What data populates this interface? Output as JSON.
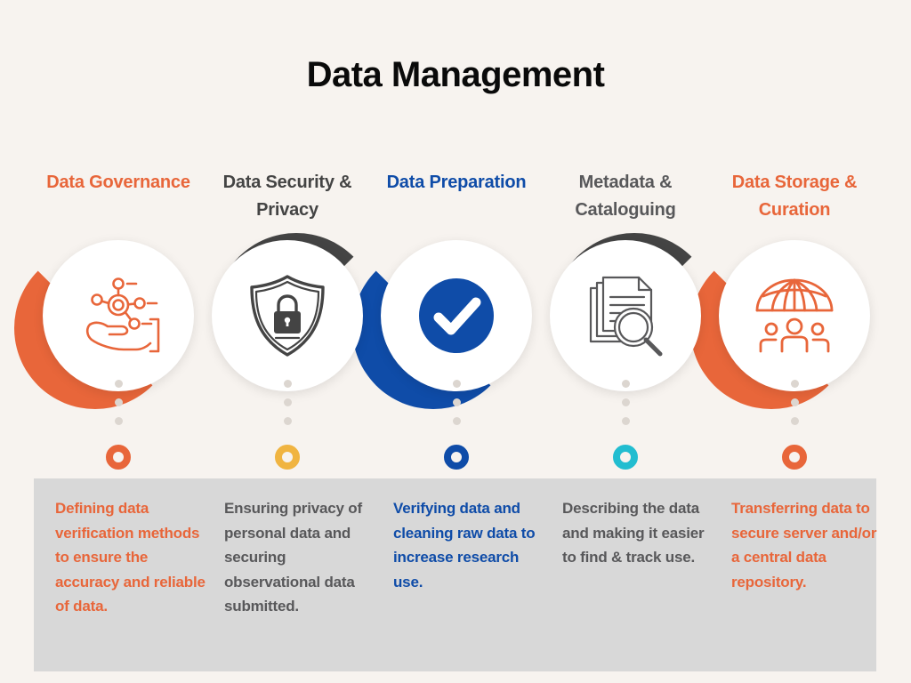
{
  "header": {
    "title": "Data Management"
  },
  "colors": {
    "background": "#f7f3ef",
    "panel": "#d8d8d8",
    "orange": "#e8663a",
    "dark_gray": "#444444",
    "blue": "#0f4ca8",
    "text_gray": "#58585a",
    "amber": "#f0b441",
    "cyan": "#22bdd0",
    "dot_gray": "#dcd6d0"
  },
  "steps": [
    {
      "heading": "Data Governance",
      "heading_color": "#e8663a",
      "icon": "hand-data-network-icon",
      "icon_color": "#e8663a",
      "arc_color": "#e8663a",
      "arc_position": "bottom-left",
      "ring_color": "#e8663a",
      "description": "Defining data verification methods to ensure the accuracy and reliable of data.",
      "description_color": "#e8663a"
    },
    {
      "heading": "Data Security & Privacy",
      "heading_color": "#444444",
      "icon": "shield-lock-icon",
      "icon_color": "#444444",
      "arc_color": "#444444",
      "arc_position": "top-left",
      "ring_color": "#f0b441",
      "description": "Ensuring privacy of personal data and securing observational data submitted.",
      "description_color": "#58585a"
    },
    {
      "heading": "Data Preparation",
      "heading_color": "#0f4ca8",
      "icon": "check-circle-icon",
      "icon_color": "#0f4ca8",
      "arc_color": "#0f4ca8",
      "arc_position": "bottom-left",
      "ring_color": "#0f4ca8",
      "description": "Verifying data and cleaning raw data to increase research use.",
      "description_color": "#0f4ca8"
    },
    {
      "heading": "Metadata & Cataloguing",
      "heading_color": "#58585a",
      "icon": "document-search-icon",
      "icon_color": "#58585a",
      "arc_color": "#444444",
      "arc_position": "top-left",
      "ring_color": "#22bdd0",
      "description": "Describing the data and making it easier to find & track use.",
      "description_color": "#58585a"
    },
    {
      "heading": "Data Storage & Curation",
      "heading_color": "#e8663a",
      "icon": "globe-people-icon",
      "icon_color": "#e8663a",
      "arc_color": "#e8663a",
      "arc_position": "bottom-left",
      "ring_color": "#e8663a",
      "description": "Transferring data to secure server and/or a central data repository.",
      "description_color": "#e8663a"
    }
  ],
  "dots_per_step": 3
}
